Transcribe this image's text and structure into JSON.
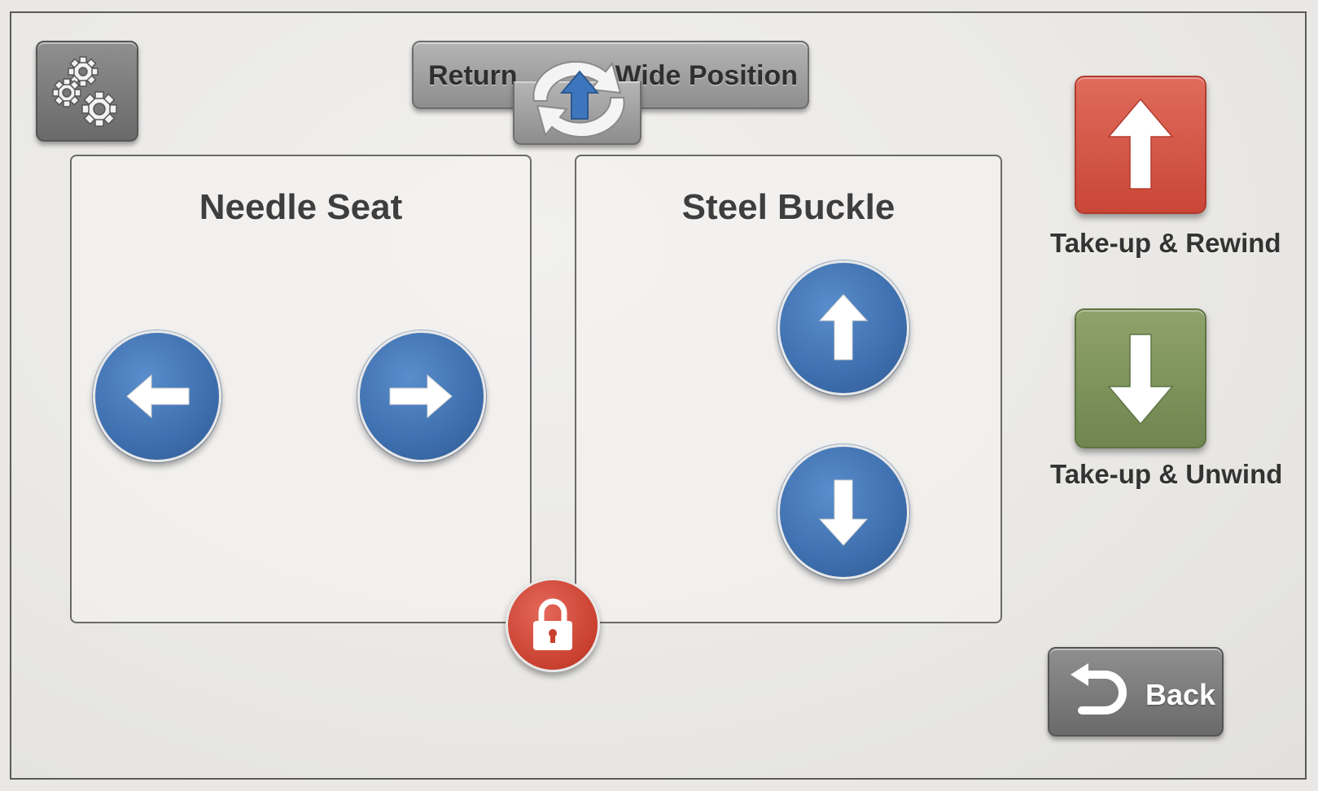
{
  "top_bar": {
    "return_label": "Return",
    "wide_position_label": "Wide Position"
  },
  "panels": {
    "needle_seat": {
      "title": "Needle Seat"
    },
    "steel_buckle": {
      "title": "Steel Buckle"
    }
  },
  "side_controls": {
    "rewind_label": "Take-up & Rewind",
    "unwind_label": "Take-up & Unwind"
  },
  "back_label": "Back",
  "icons": {
    "settings": "gears-icon",
    "cycle": "cycle-arrows-icon",
    "lock": "lock-icon"
  },
  "colors": {
    "blue": "#3e6fae",
    "red": "#d4503f",
    "green": "#7a8f59",
    "gray": "#9a9a9a"
  }
}
